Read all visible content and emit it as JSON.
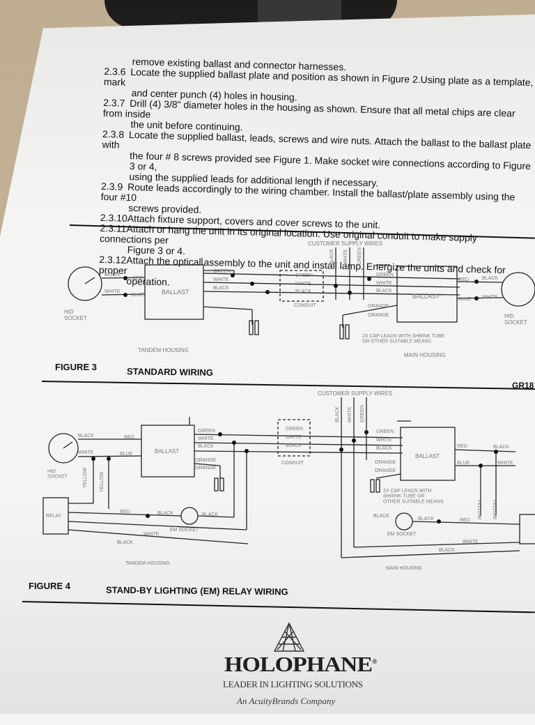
{
  "steps": [
    {
      "num": "",
      "text": "remove existing ballast and connector harnesses."
    },
    {
      "num": "2.3.6",
      "text": "Locate the supplied ballast plate and position as shown in Figure 2.Using plate as a template, mark"
    },
    {
      "num": "",
      "text": "and center punch (4) holes in housing."
    },
    {
      "num": "2.3.7",
      "text": "Drill (4) 3/8\" diameter holes in the housing as shown. Ensure that all metal chips are clear from inside"
    },
    {
      "num": "",
      "text": "the unit before continuing."
    },
    {
      "num": "2.3.8",
      "text": "Locate the supplied ballast, leads, screws and wire nuts.  Attach the ballast to the ballast plate with"
    },
    {
      "num": "",
      "text": "the four # 8 screws provided see Figure 1. Make socket wire connections according to Figure 3 or 4,"
    },
    {
      "num": "",
      "text": "using the supplied leads for additional length if necessary."
    },
    {
      "num": "2.3.9",
      "text": "Route leads accordingly to the wiring chamber.  Install the ballast/plate assembly using the four #10"
    },
    {
      "num": "",
      "text": "screws provided."
    },
    {
      "num": "2.3.10",
      "text": "Attach fixture support, covers and cover screws to the unit."
    },
    {
      "num": "2.3.11",
      "text": "Attach or hang the unit in its original location. Use original conduit to make supply connections per"
    },
    {
      "num": "",
      "text": "Figure 3 or 4."
    },
    {
      "num": "2.3.12",
      "text": "Attach the optical assembly to the unit and install lamp. Energize the units and check for proper"
    },
    {
      "num": "",
      "text": "operation."
    }
  ],
  "figure3": {
    "number": "FIGURE 3",
    "title": "STANDARD WIRING",
    "labels": {
      "customer_supply": "CUSTOMER SUPPLY WIRES",
      "ballast_left": "BALLAST",
      "ballast_right": "BALLAST",
      "conduit": "CONDUIT",
      "hid_socket_left": "HID\nSOCKET",
      "hid_socket_right": "HID\nSOCKET",
      "tandem_housing": "TANDEM HOUSING",
      "main_housing": "MAIN HOUSING",
      "cap_leads": "2X CAP LEADS WITH SHRINK TUBE\nOR OTHER SUITABLE MEANS",
      "black": "BLACK",
      "white": "WHITE",
      "green": "GREEN",
      "red": "RED",
      "blue": "BLUE",
      "orange": "ORANGE"
    }
  },
  "figure4": {
    "number": "FIGURE 4",
    "title": "STAND-BY LIGHTING (EM) RELAY WIRING",
    "labels": {
      "customer_supply": "CUSTOMER SUPPLY WIRES",
      "ballast_left": "BALLAST",
      "ballast_right": "BALLAST",
      "conduit": "CONDUIT",
      "hid_socket_left": "HID\nSOCKET",
      "relay": "RELAY",
      "em_socket": "EM SOCKET",
      "tandem_housing": "TANDEM HOUSING",
      "main_housing": "MAIN HOUSING",
      "cap_leads": "2X CAP LEADS WITH\nSHRINK TUBE OR\nOTHER SUITABLE MEANS",
      "black": "BLACK",
      "white": "WHITE",
      "green": "GREEN",
      "red": "RED",
      "blue": "BLUE",
      "orange": "ORANGE",
      "yellow": "YELLOW"
    }
  },
  "doc_ref": "GR18",
  "logo": {
    "brand": "HOLOPHANE",
    "registered": "®",
    "tagline": "LEADER IN LIGHTING SOLUTIONS",
    "subline": "An AcuityBrands Company"
  }
}
